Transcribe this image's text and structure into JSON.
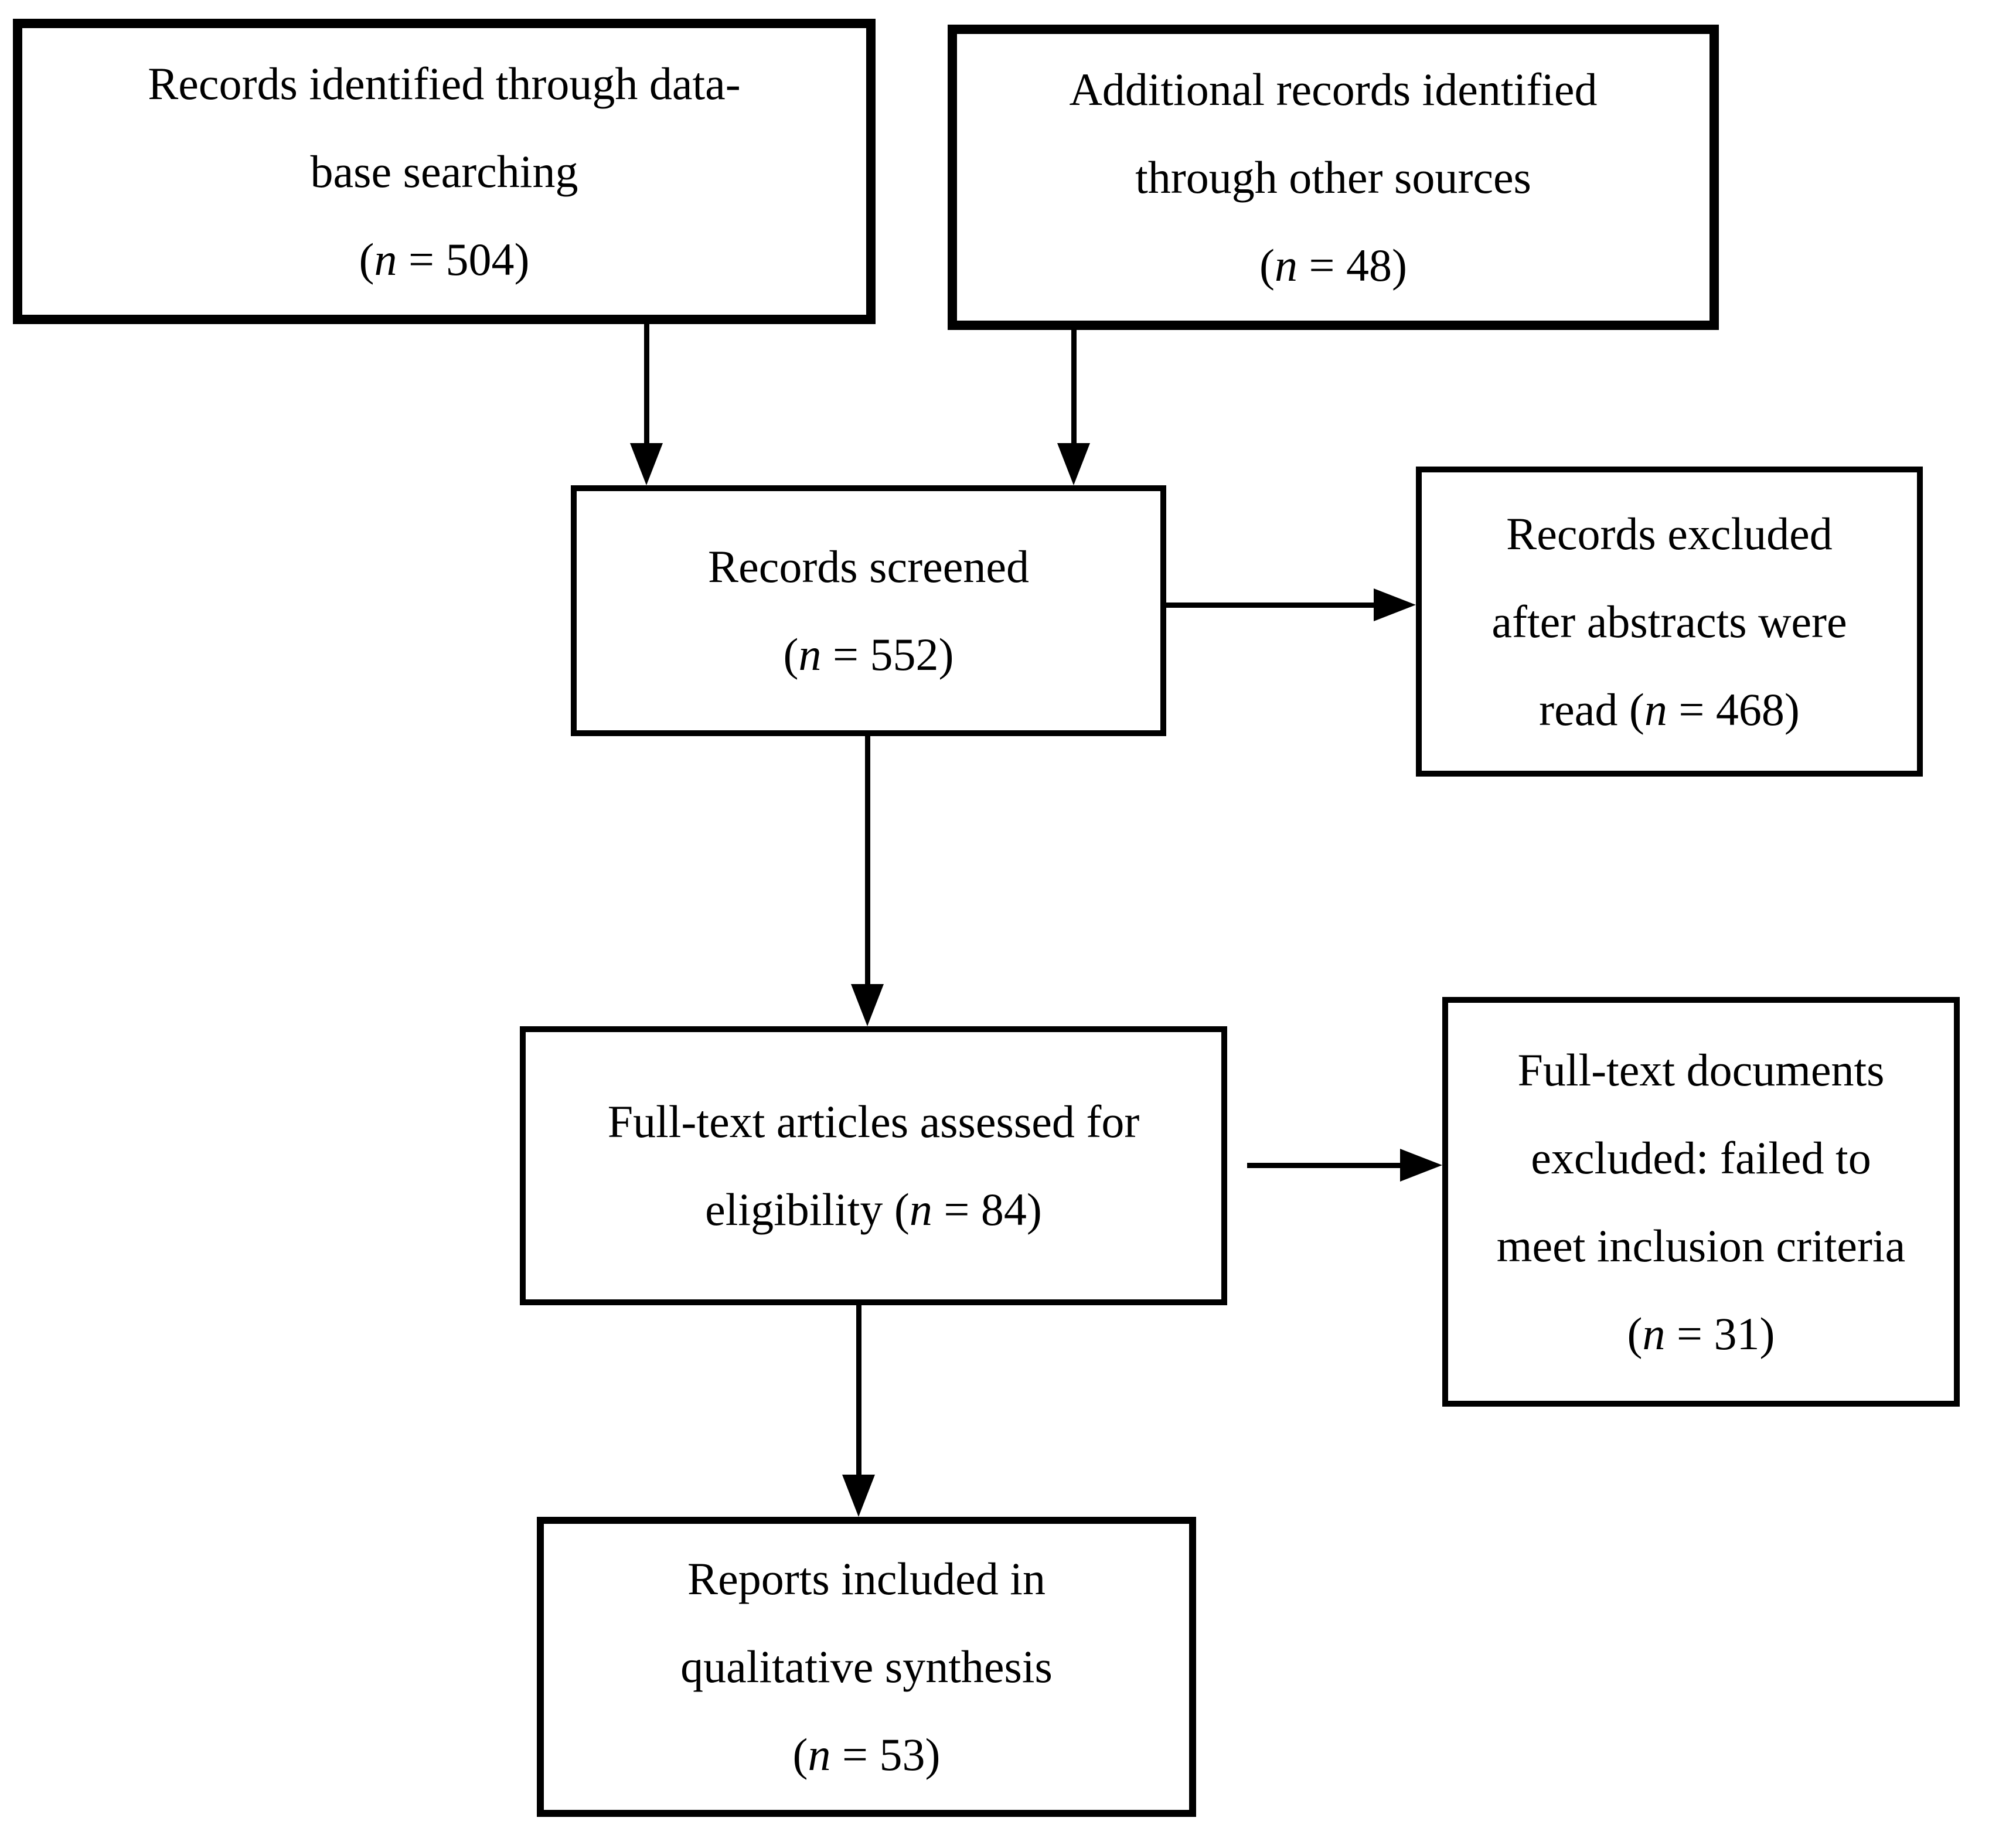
{
  "figure": {
    "type": "prisma-flow-diagram",
    "background_color": "#ffffff",
    "ink_color": "#000000",
    "boxes": [
      {
        "id": "records-identified",
        "lines": [
          {
            "pre": "Records identified through data-"
          },
          {
            "pre": "base searching"
          },
          {
            "pre": "(",
            "n": "n",
            "post": " = 504)"
          }
        ]
      },
      {
        "id": "additional-records",
        "lines": [
          {
            "pre": "Additional records identified"
          },
          {
            "pre": "through other sources"
          },
          {
            "pre": "(",
            "n": "n",
            "post": " = 48)"
          }
        ]
      },
      {
        "id": "records-screened",
        "lines": [
          {
            "pre": "Records screened"
          },
          {
            "pre": "(",
            "n": "n",
            "post": " = 552)"
          }
        ]
      },
      {
        "id": "records-excluded-after-abstracts",
        "lines": [
          {
            "pre": "Records excluded"
          },
          {
            "pre": "after abstracts were"
          },
          {
            "pre": "read (",
            "n": "n",
            "post": " = 468)"
          }
        ]
      },
      {
        "id": "fulltext-assessed",
        "lines": [
          {
            "pre": "Full-text articles assessed for"
          },
          {
            "pre": "eligibility (",
            "n": "n",
            "post": " = 84)"
          }
        ]
      },
      {
        "id": "fulltext-excluded",
        "lines": [
          {
            "pre": "Full-text documents"
          },
          {
            "pre": "excluded: failed to"
          },
          {
            "pre": "meet inclusion criteria"
          },
          {
            "pre": "(",
            "n": "n",
            "post": " = 31)"
          }
        ]
      },
      {
        "id": "reports-included",
        "lines": [
          {
            "pre": "Reports included in"
          },
          {
            "pre": "qualitative synthesis"
          },
          {
            "pre": "(",
            "n": "n",
            "post": " = 53)"
          }
        ]
      }
    ]
  }
}
